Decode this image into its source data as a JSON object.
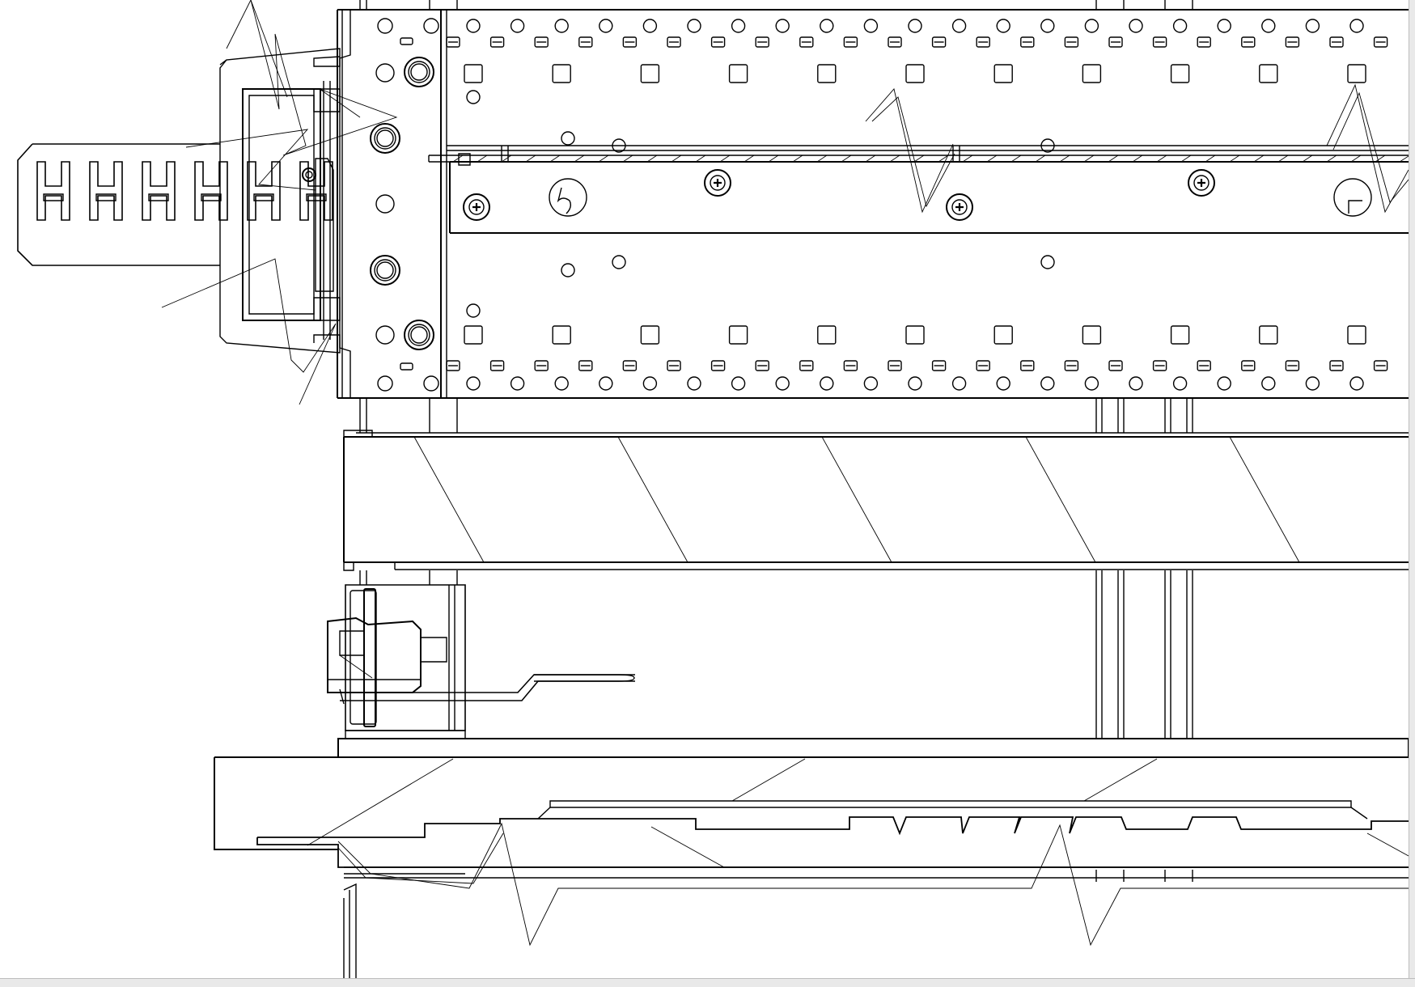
{
  "viewer": {
    "background": "#ffffff",
    "line_color": "#000000",
    "frame_color": "#e9e9e9"
  },
  "drawing": {
    "parts": [
      "top-chassis-plate",
      "mounting-rail",
      "handle-tab",
      "latch-bracket",
      "front-flange",
      "middle-cover-panel",
      "connector-block",
      "lever-arm",
      "bottom-tray",
      "vertical-posts"
    ],
    "icons": [
      "phillips-screw-icon",
      "keyhole-slot-icon",
      "round-hole-icon",
      "square-hole-icon"
    ]
  }
}
